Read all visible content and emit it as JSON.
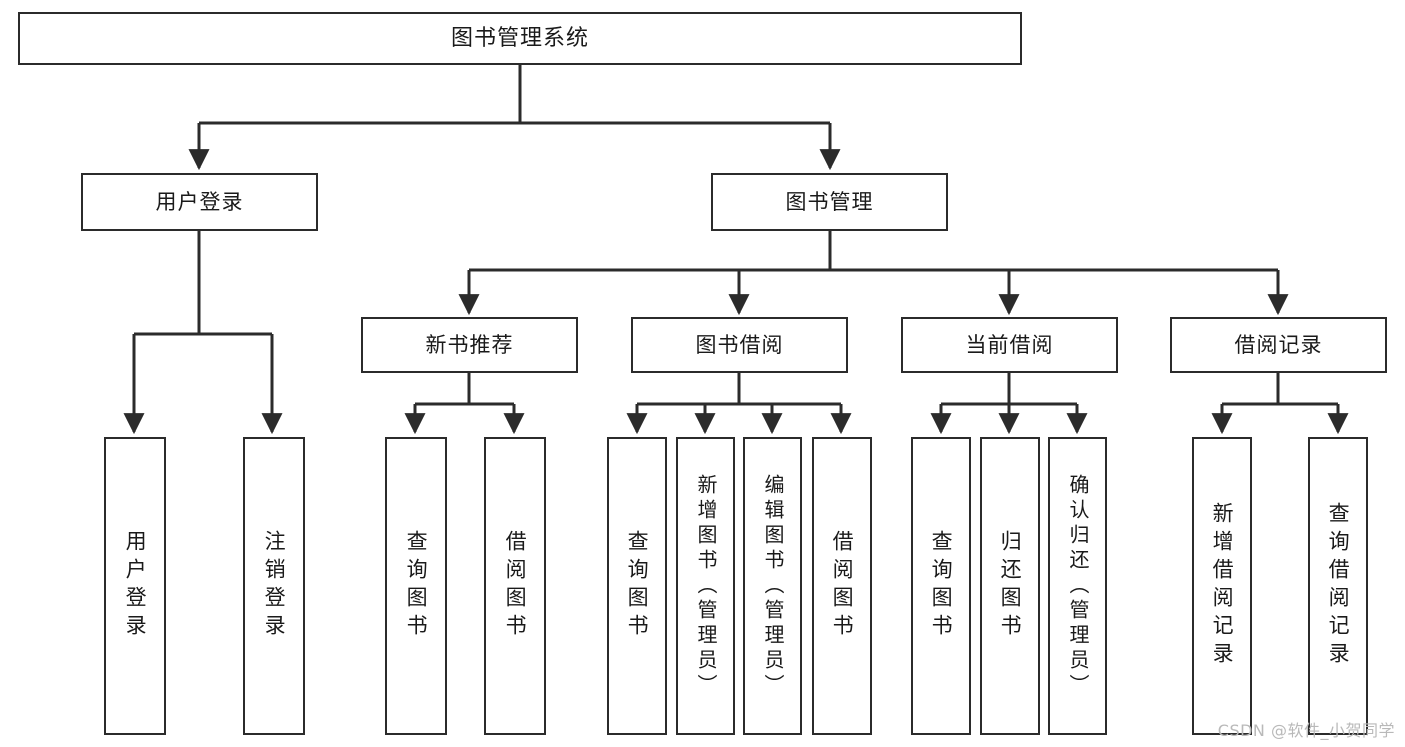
{
  "diagram": {
    "type": "tree-hierarchy",
    "title": "图书管理系统",
    "watermark": "CSDN @软件_小贺同学",
    "colors": {
      "background": "#ffffff",
      "node_border": "#2b2b2b",
      "node_fill": "#ffffff",
      "text": "#1a1a1a",
      "connector": "#2b2b2b",
      "watermark": "#b9b9b9"
    },
    "nodes": {
      "root": {
        "label": "图书管理系统"
      },
      "level2": [
        {
          "id": "user-login",
          "label": "用户登录"
        },
        {
          "id": "book-manage",
          "label": "图书管理"
        }
      ],
      "level3": [
        {
          "id": "new-book-recommend",
          "label": "新书推荐"
        },
        {
          "id": "book-borrow",
          "label": "图书借阅"
        },
        {
          "id": "current-borrow",
          "label": "当前借阅"
        },
        {
          "id": "borrow-record",
          "label": "借阅记录"
        }
      ],
      "leaves": {
        "user_login": [
          {
            "id": "leaf-user-login",
            "label": "用户登录"
          },
          {
            "id": "leaf-logout",
            "label": "注销登录"
          }
        ],
        "new_book_recommend": [
          {
            "id": "leaf-query-book-1",
            "label": "查询图书"
          },
          {
            "id": "leaf-borrow-book-1",
            "label": "借阅图书"
          }
        ],
        "book_borrow": [
          {
            "id": "leaf-query-book-2",
            "label": "查询图书"
          },
          {
            "id": "leaf-add-book",
            "label": "新增图书（管理员）"
          },
          {
            "id": "leaf-edit-book",
            "label": "编辑图书（管理员）"
          },
          {
            "id": "leaf-borrow-book-2",
            "label": "借阅图书"
          }
        ],
        "current_borrow": [
          {
            "id": "leaf-query-book-3",
            "label": "查询图书"
          },
          {
            "id": "leaf-return-book",
            "label": "归还图书"
          },
          {
            "id": "leaf-confirm-return",
            "label": "确认归还（管理员）"
          }
        ],
        "borrow_record": [
          {
            "id": "leaf-add-record",
            "label": "新增借阅记录"
          },
          {
            "id": "leaf-query-record",
            "label": "查询借阅记录"
          }
        ]
      }
    }
  }
}
